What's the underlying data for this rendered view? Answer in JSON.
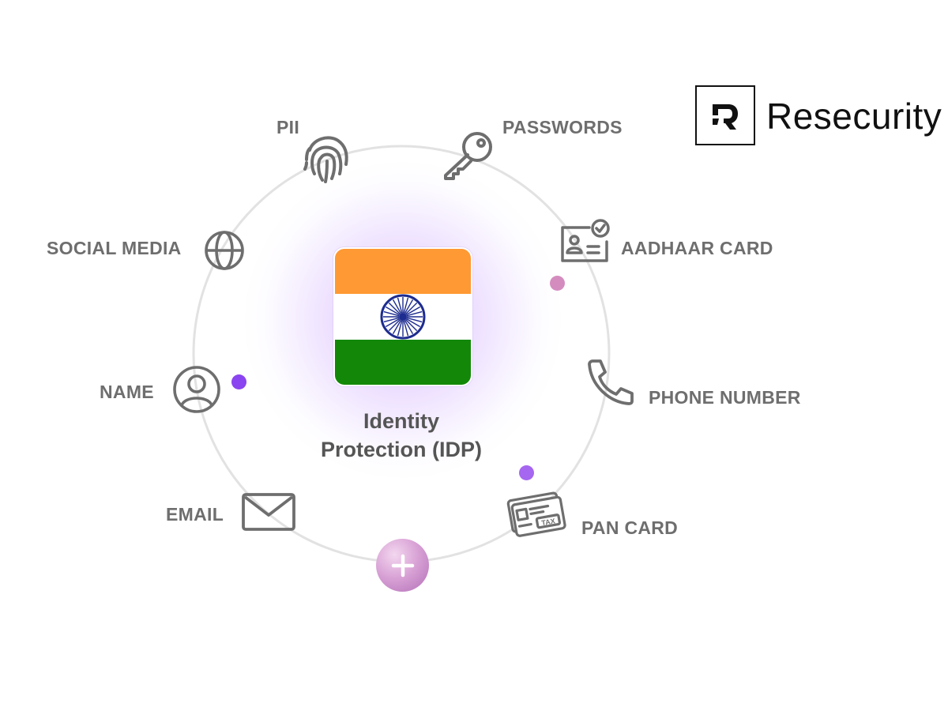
{
  "center": {
    "title_line1": "Identity",
    "title_line2": "Protection (IDP)",
    "flag": "india-flag"
  },
  "nodes": {
    "pii": {
      "label": "PII",
      "icon": "fingerprint-icon"
    },
    "passwords": {
      "label": "PASSWORDS",
      "icon": "key-icon"
    },
    "aadhaar": {
      "label": "AADHAAR CARD",
      "icon": "id-card-check-icon"
    },
    "phone": {
      "label": "PHONE NUMBER",
      "icon": "phone-icon"
    },
    "pan": {
      "label": "PAN CARD",
      "icon": "tax-card-icon"
    },
    "email": {
      "label": "EMAIL",
      "icon": "envelope-icon"
    },
    "name": {
      "label": "NAME",
      "icon": "user-circle-icon"
    },
    "social": {
      "label": "SOCIAL MEDIA",
      "icon": "globe-icon"
    }
  },
  "add_button": {
    "icon": "plus-icon"
  },
  "brand": {
    "name": "Resecurity",
    "icon": "resecurity-logo-icon"
  },
  "colors": {
    "label": "#6e6e6e",
    "ring": "#e2e2e2",
    "dot_violet": "#8a44f0",
    "dot_purple": "#a566f0",
    "dot_pink": "#d48cbf",
    "saffron": "#ff9933",
    "green": "#138808",
    "chakra": "#1d2c8f"
  }
}
